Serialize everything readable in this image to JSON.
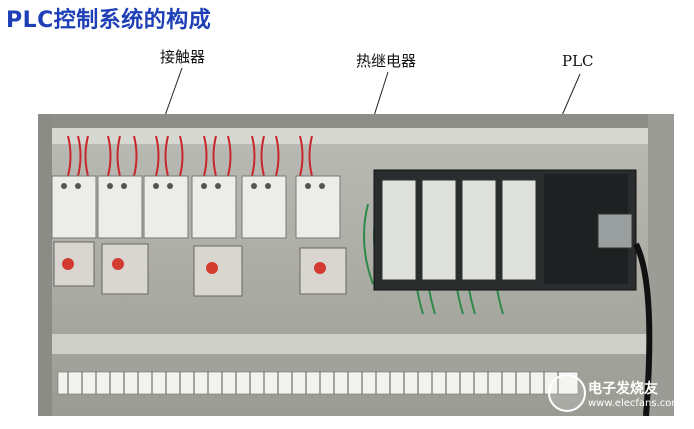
{
  "title": "PLC控制系统的构成",
  "labels": {
    "contactor": "接触器",
    "thermal_relay": "热继电器",
    "plc": "PLC"
  },
  "watermark": {
    "brand": "电子发烧友",
    "url": "www.elecfans.com"
  },
  "colors": {
    "title": "#1f3fb6",
    "wire_red": "#c8262a",
    "wire_green": "#2f8a4a"
  }
}
